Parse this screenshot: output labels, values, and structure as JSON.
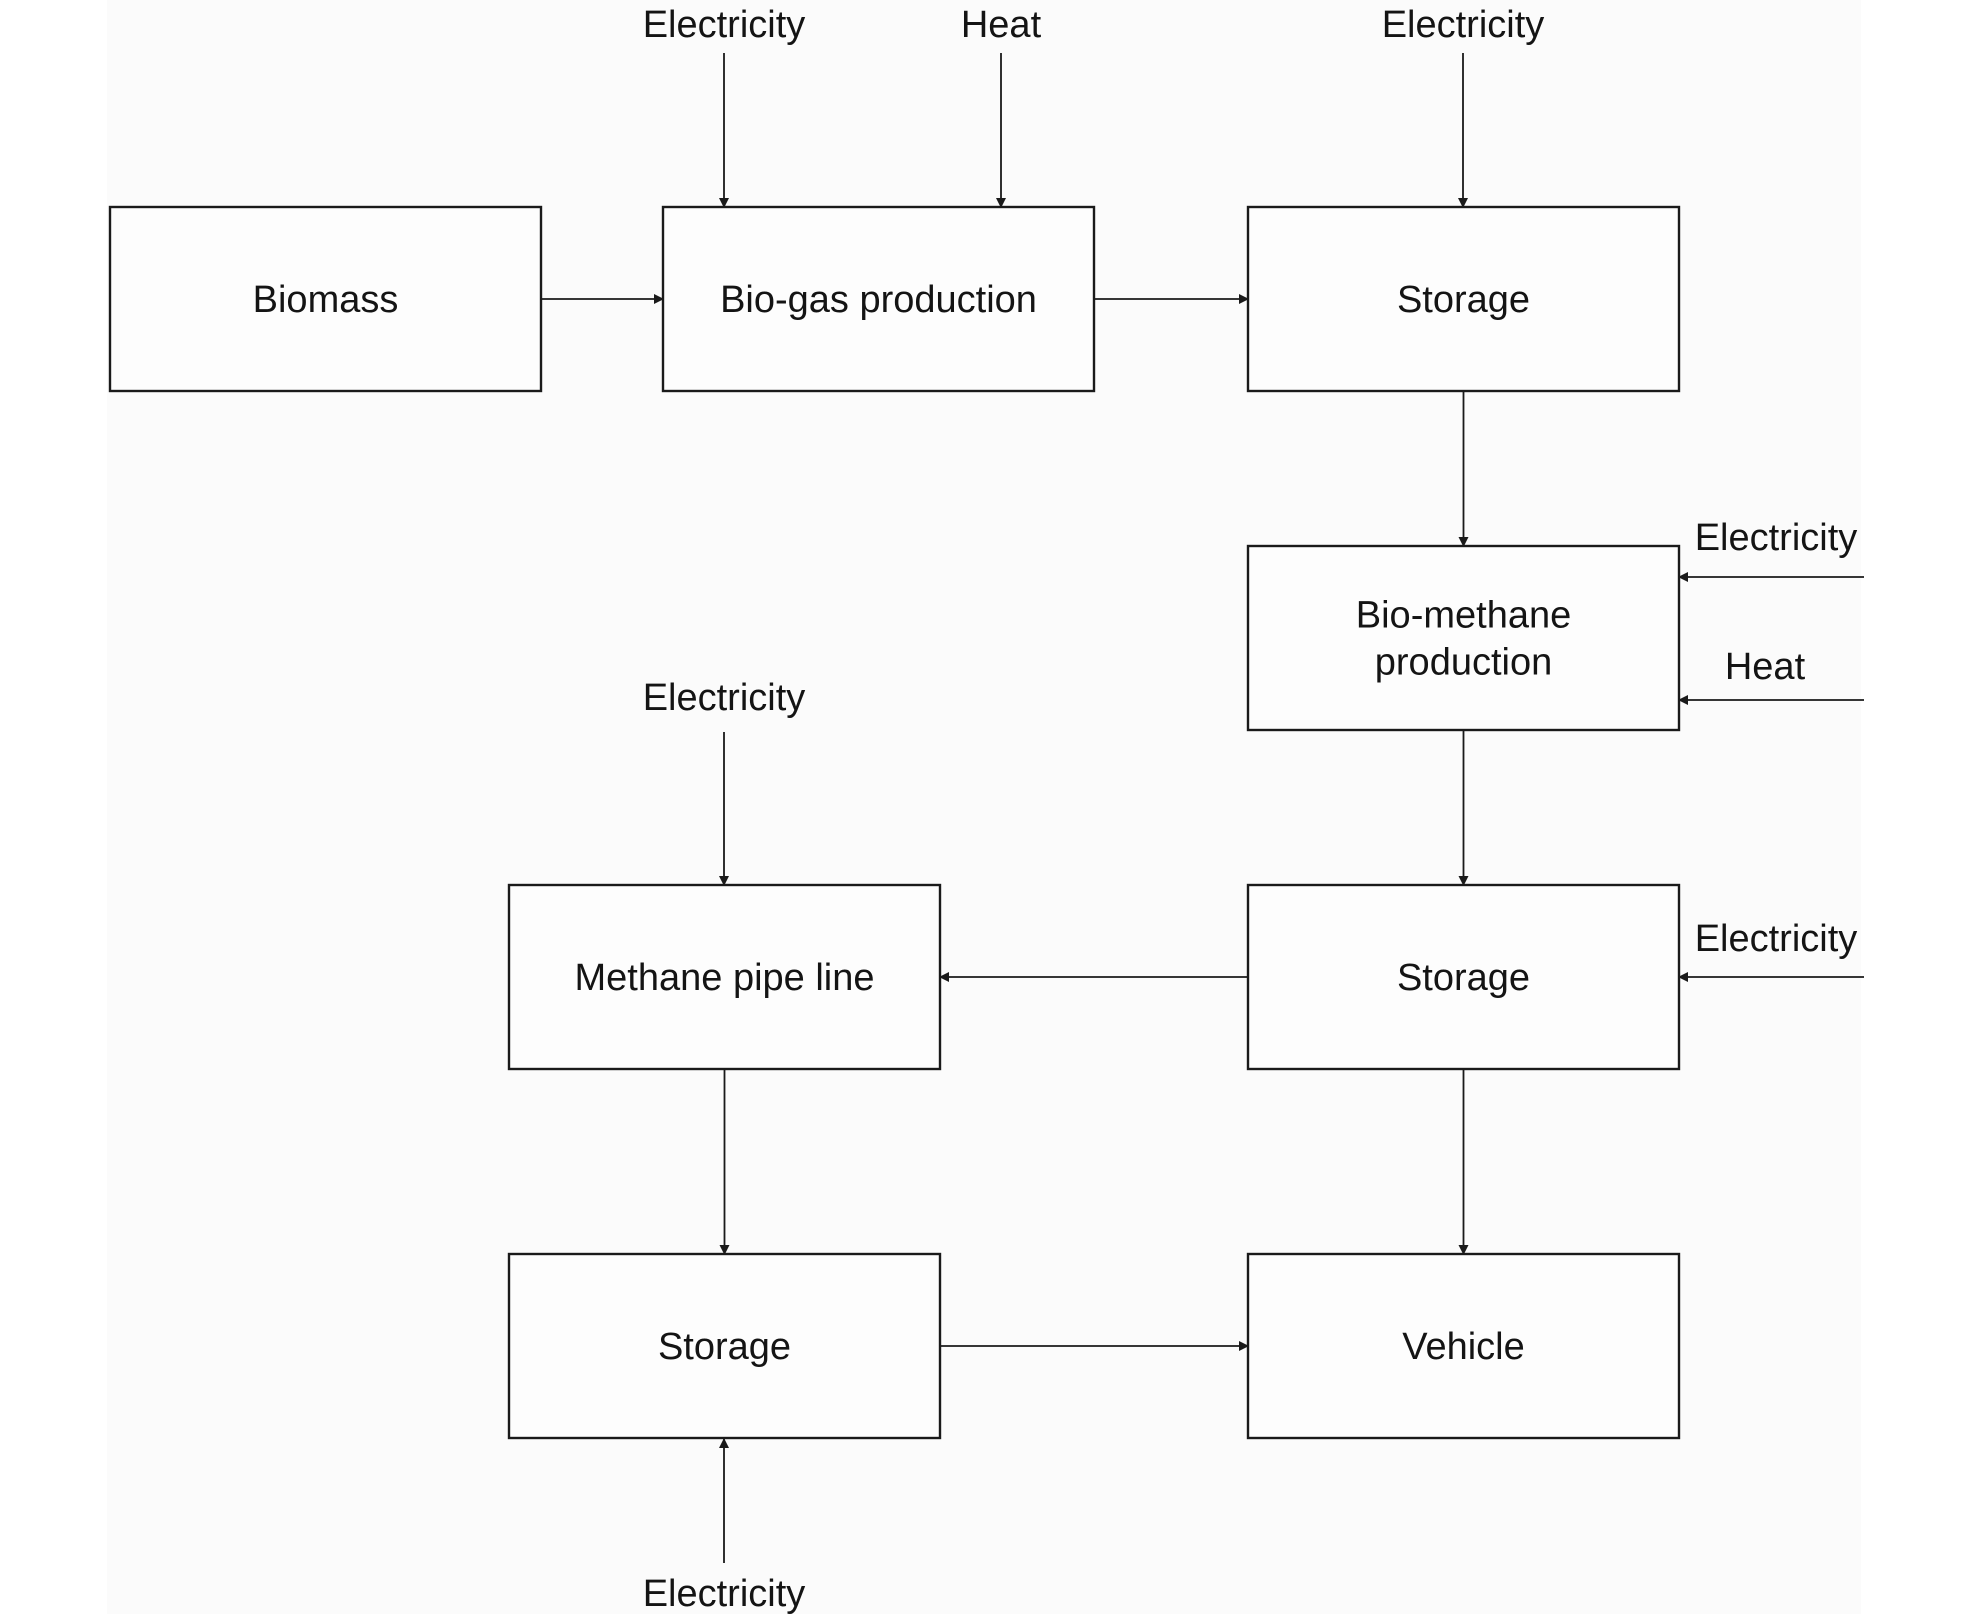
{
  "diagram": {
    "title": "",
    "nodes": [
      {
        "id": "biomass",
        "label": [
          "Biomass"
        ]
      },
      {
        "id": "biogas",
        "label": [
          "Bio-gas production"
        ]
      },
      {
        "id": "storage1",
        "label": [
          "Storage"
        ]
      },
      {
        "id": "biomethane",
        "label": [
          "Bio-methane",
          "production"
        ]
      },
      {
        "id": "storage2",
        "label": [
          "Storage"
        ]
      },
      {
        "id": "pipeline",
        "label": [
          "Methane pipe line"
        ]
      },
      {
        "id": "storage3",
        "label": [
          "Storage"
        ]
      },
      {
        "id": "vehicle",
        "label": [
          "Vehicle"
        ]
      }
    ],
    "edges": [
      {
        "from": "biomass",
        "to": "biogas"
      },
      {
        "from": "biogas",
        "to": "storage1"
      },
      {
        "from": "storage1",
        "to": "biomethane"
      },
      {
        "from": "biomethane",
        "to": "storage2"
      },
      {
        "from": "storage2",
        "to": "pipeline"
      },
      {
        "from": "storage2",
        "to": "vehicle"
      },
      {
        "from": "pipeline",
        "to": "storage3"
      },
      {
        "from": "storage3",
        "to": "vehicle"
      }
    ],
    "inputs": [
      {
        "id": "in-elec-biogas",
        "label": "Electricity",
        "to": "biogas",
        "side": "top"
      },
      {
        "id": "in-heat-biogas",
        "label": "Heat",
        "to": "biogas",
        "side": "top"
      },
      {
        "id": "in-elec-storage1",
        "label": "Electricity",
        "to": "storage1",
        "side": "top"
      },
      {
        "id": "in-elec-biomethane",
        "label": "Electricity",
        "to": "biomethane",
        "side": "right"
      },
      {
        "id": "in-heat-biomethane",
        "label": "Heat",
        "to": "biomethane",
        "side": "right"
      },
      {
        "id": "in-elec-storage2",
        "label": "Electricity",
        "to": "storage2",
        "side": "right"
      },
      {
        "id": "in-elec-pipeline",
        "label": "Electricity",
        "to": "pipeline",
        "side": "top"
      },
      {
        "id": "in-elec-storage3",
        "label": "Electricity",
        "to": "storage3",
        "side": "bottom"
      }
    ]
  }
}
